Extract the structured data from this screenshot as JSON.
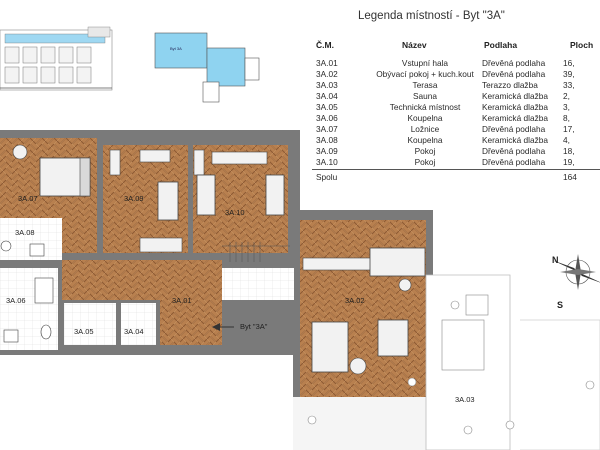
{
  "legend": {
    "title": "Legenda místností - Byt \"3A\"",
    "headers": {
      "cm": "Č.M.",
      "name": "Název",
      "floor": "Podlaha",
      "area": "Ploch"
    },
    "rows": [
      {
        "cm": "3A.01",
        "name": "Vstupní hala",
        "floor": "Dřevěná podlaha",
        "area": "16,"
      },
      {
        "cm": "3A.02",
        "name": "Obývací pokoj + kuch.kout",
        "floor": "Dřevěná podlaha",
        "area": "39,"
      },
      {
        "cm": "3A.03",
        "name": "Terasa",
        "floor": "Terazzo dlažba",
        "area": "33,"
      },
      {
        "cm": "3A.04",
        "name": "Sauna",
        "floor": "Keramická dlažba",
        "area": "2,"
      },
      {
        "cm": "3A.05",
        "name": "Technická místnost",
        "floor": "Keramická dlažba",
        "area": "3,"
      },
      {
        "cm": "3A.06",
        "name": "Koupelna",
        "floor": "Keramická dlažba",
        "area": "8,"
      },
      {
        "cm": "3A.07",
        "name": "Ložnice",
        "floor": "Dřevěná podlaha",
        "area": "17,"
      },
      {
        "cm": "3A.08",
        "name": "Koupelna",
        "floor": "Keramická dlažba",
        "area": "4,"
      },
      {
        "cm": "3A.09",
        "name": "Pokoj",
        "floor": "Dřevěná podlaha",
        "area": "18,"
      },
      {
        "cm": "3A.10",
        "name": "Pokoj",
        "floor": "Dřevěná podlaha",
        "area": "19,"
      }
    ],
    "total_label": "Spolu",
    "total_area": "164"
  },
  "thumbnail": {
    "unit_label": "Byt 3A"
  },
  "rooms": [
    {
      "id": "3A.01"
    },
    {
      "id": "3A.02"
    },
    {
      "id": "3A.03"
    },
    {
      "id": "3A.04"
    },
    {
      "id": "3A.05"
    },
    {
      "id": "3A.06"
    },
    {
      "id": "3A.07"
    },
    {
      "id": "3A.08"
    },
    {
      "id": "3A.09"
    },
    {
      "id": "3A.10"
    }
  ],
  "entrance_label": "Byt \"3A\"",
  "compass": {
    "north": "N",
    "south": "S"
  },
  "colors": {
    "wood": "#b57a4a",
    "wood_dark": "#8a5630",
    "tile": "#ffffff",
    "wall": "#3a3a3a",
    "terrace": "#f4f4f4",
    "glass_blue": "#8fd3f0"
  }
}
